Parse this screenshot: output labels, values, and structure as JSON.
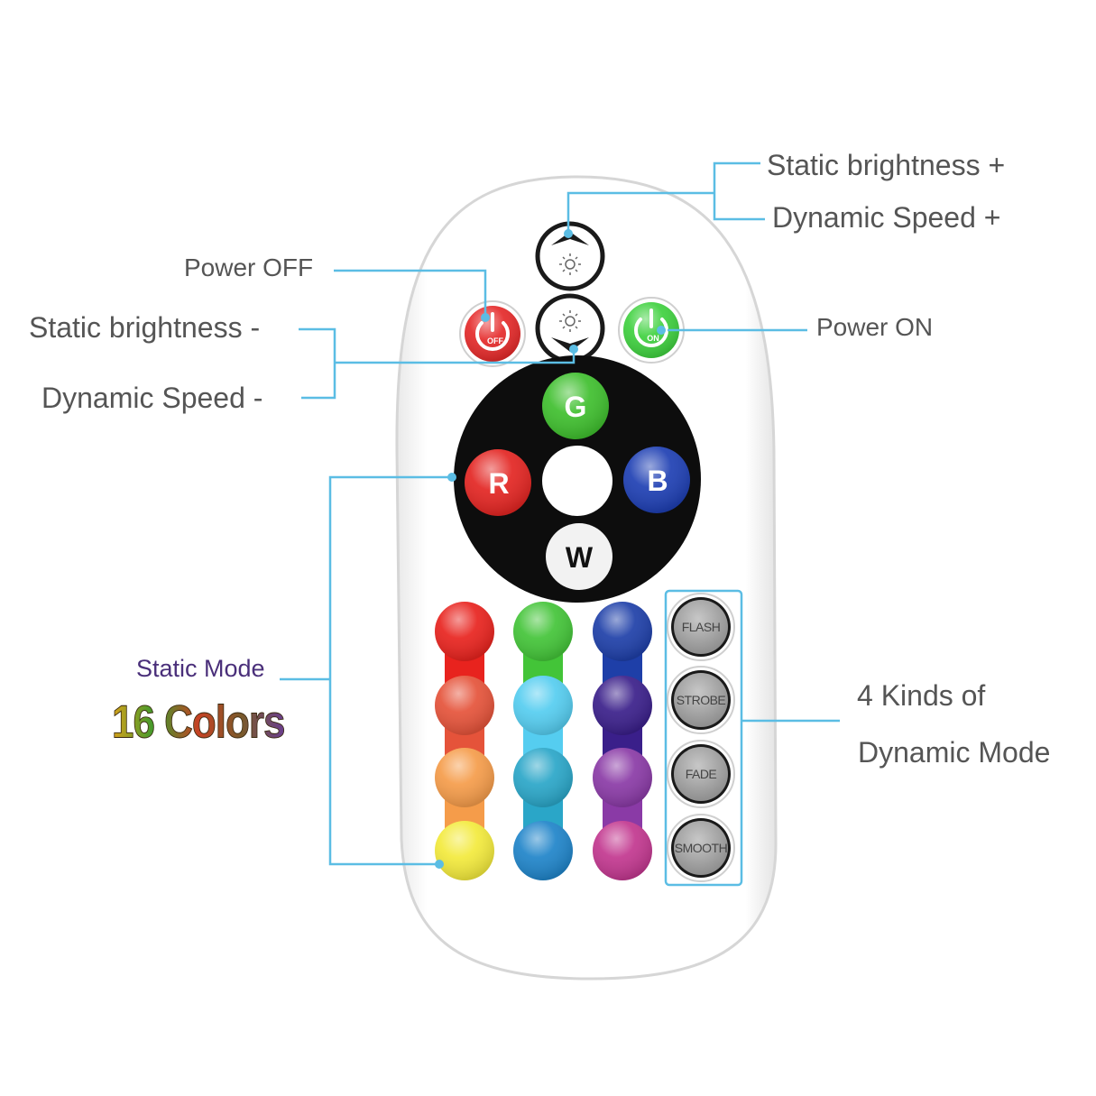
{
  "labels": {
    "static_brightness_plus": "Static brightness +",
    "dynamic_speed_plus": "Dynamic Speed +",
    "power_off": "Power OFF",
    "power_on": "Power ON",
    "static_brightness_minus": "Static brightness -",
    "dynamic_speed_minus": "Dynamic Speed -",
    "static_mode": "Static Mode",
    "sixteen_colors": "16 Colors",
    "four_kinds_line1": "4 Kinds of",
    "four_kinds_line2": "Dynamic Mode"
  },
  "remote": {
    "off_label": "OFF",
    "on_label": "ON",
    "g_label": "G",
    "r_label": "R",
    "b_label": "B",
    "w_label": "W",
    "modes": [
      "FLASH",
      "STROBE",
      "FADE",
      "SMOOTH"
    ],
    "color_columns": [
      [
        "#e8231e",
        "#e5533a",
        "#f59c4a",
        "#f3ea3c"
      ],
      [
        "#43c438",
        "#55cdf0",
        "#2aa6c8",
        "#1f84c9"
      ],
      [
        "#1e3fa8",
        "#3a1f8a",
        "#8a3aa6",
        "#c2378f"
      ]
    ]
  },
  "colors": {
    "leader_line": "#5bbde4",
    "label_text": "#555555",
    "static_mode_text": "#4a2f7a"
  }
}
